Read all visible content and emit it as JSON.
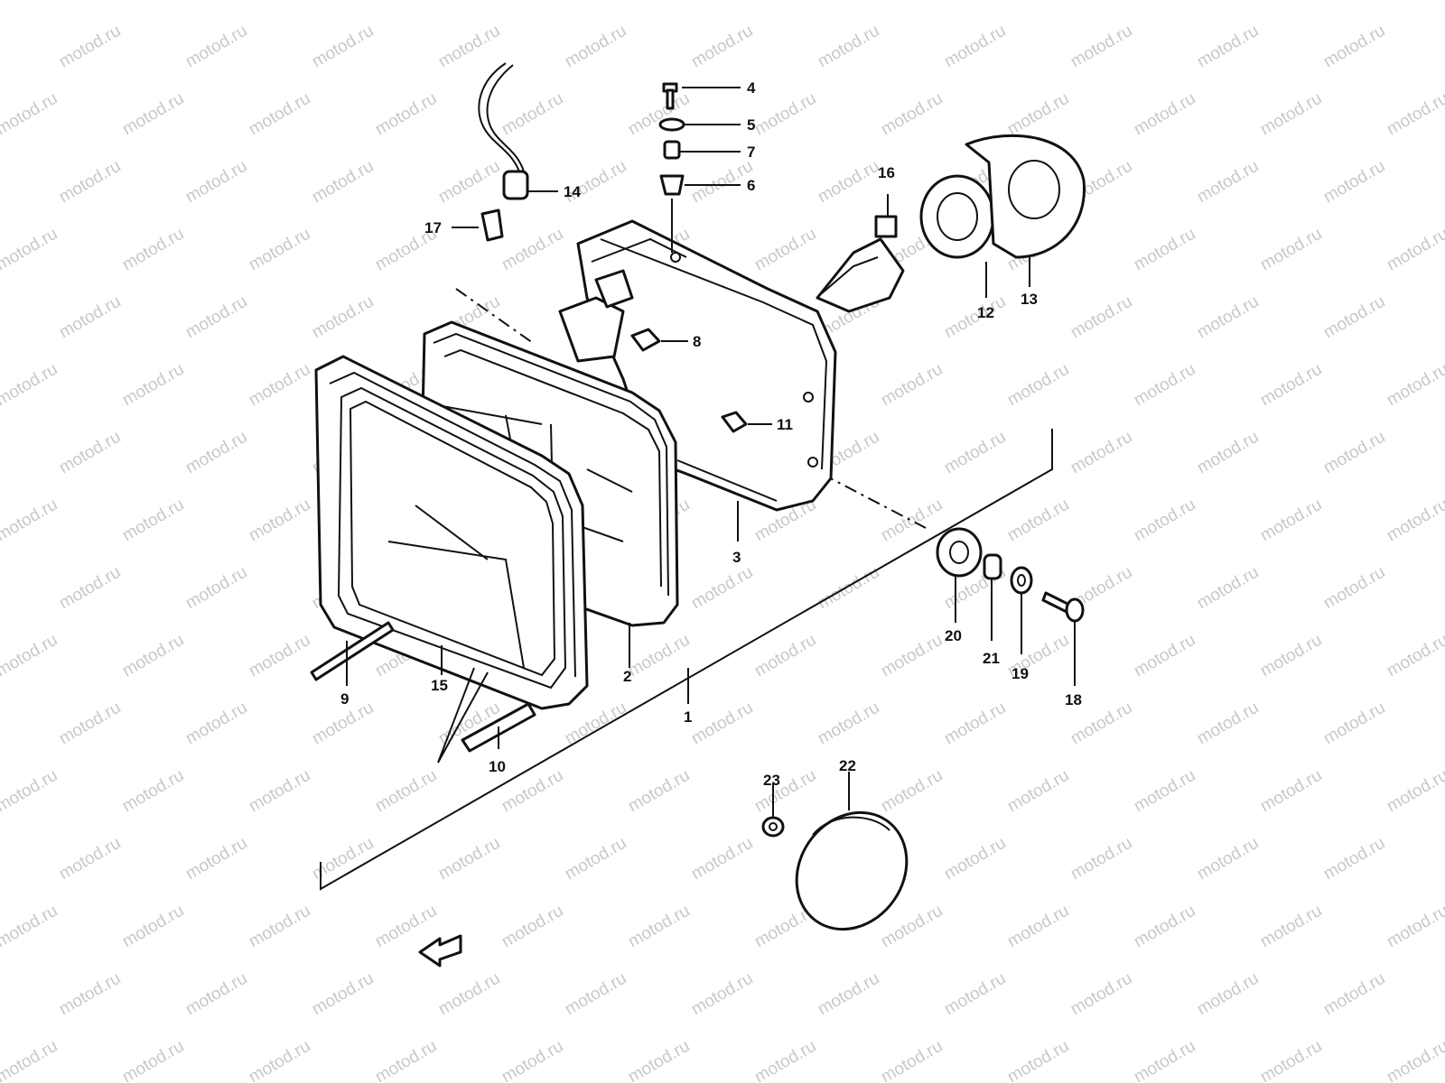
{
  "watermark": "motod.ru",
  "callouts": {
    "c1": "1",
    "c2": "2",
    "c3": "3",
    "c4": "4",
    "c5": "5",
    "c6": "6",
    "c7": "7",
    "c8": "8",
    "c9": "9",
    "c10": "10",
    "c11": "11",
    "c12": "12",
    "c13": "13",
    "c14": "14",
    "c15": "15",
    "c16": "16",
    "c17": "17",
    "c18": "18",
    "c19": "19",
    "c20": "20",
    "c21": "21",
    "c22": "22",
    "c23": "23"
  },
  "colors": {
    "ink": "#111111",
    "watermark": "#c8c8c8",
    "paper": "#ffffff"
  },
  "icons": {
    "front_arrow": "front-direction-arrow-icon"
  }
}
